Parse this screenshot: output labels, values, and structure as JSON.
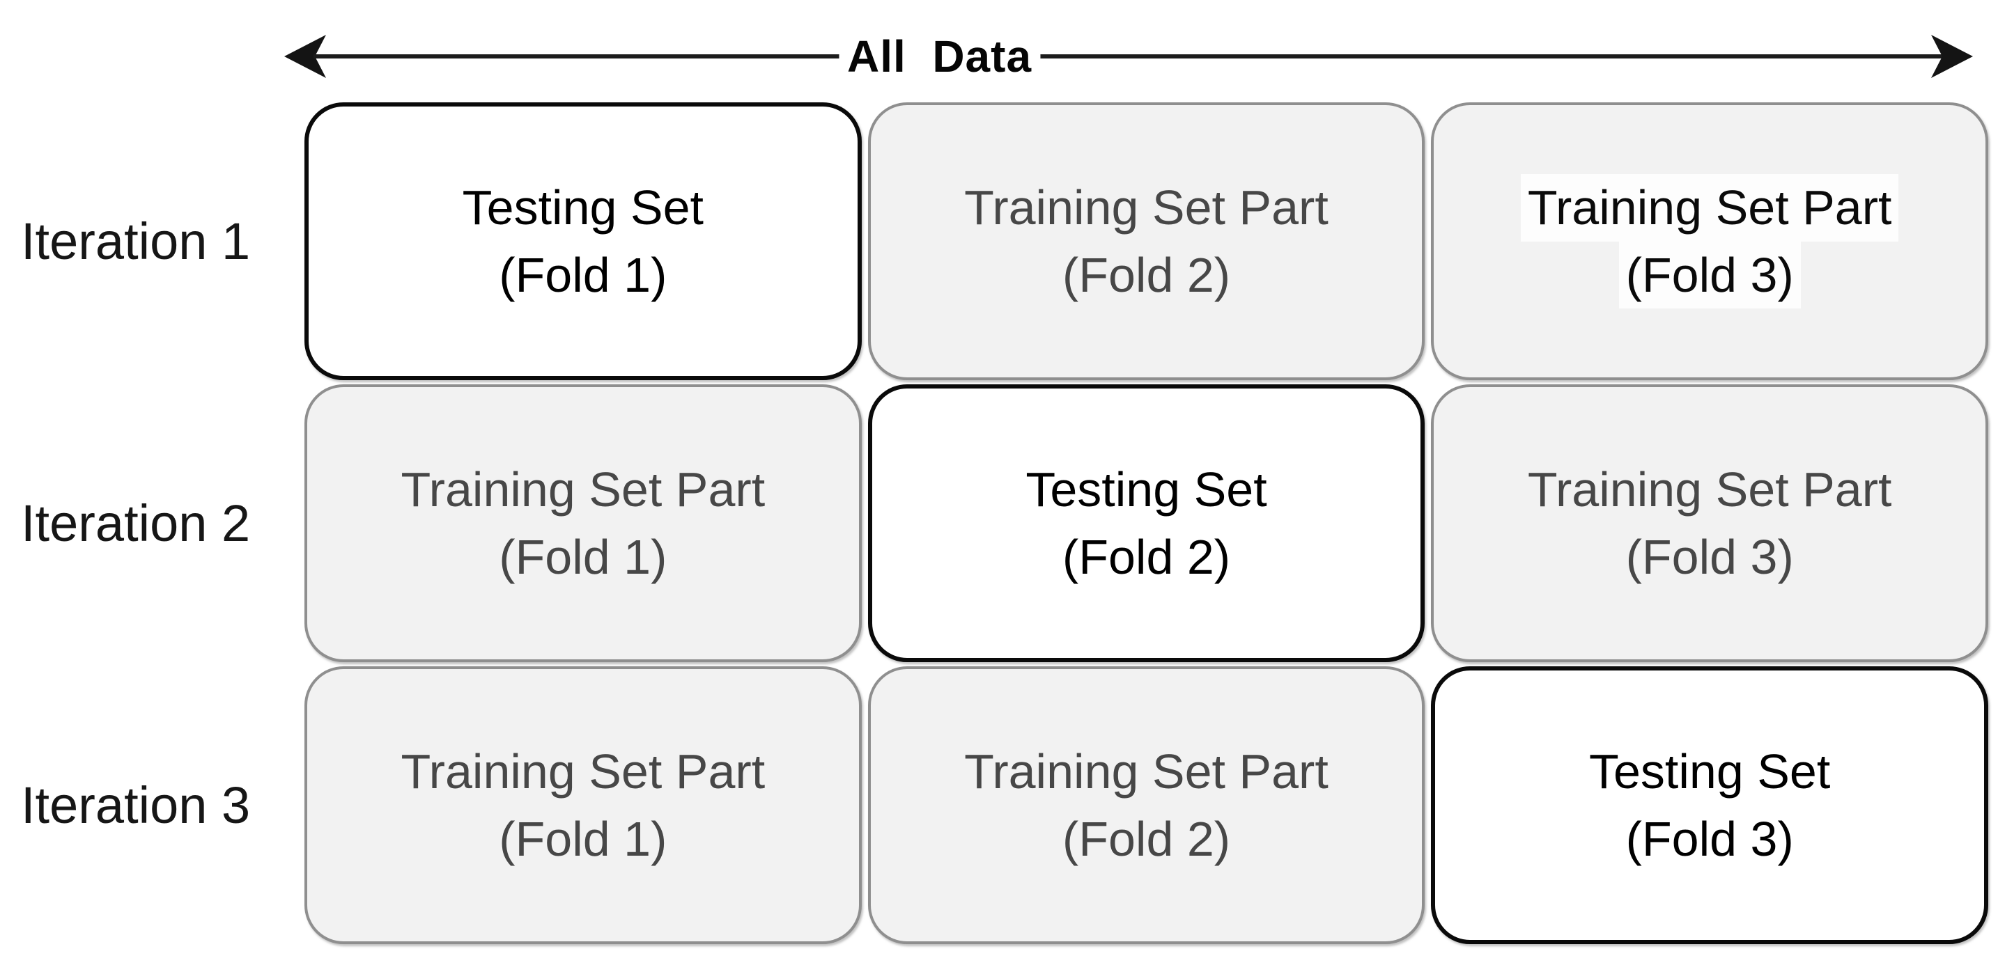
{
  "header": {
    "label": "All  Data"
  },
  "rows": [
    {
      "label": "Iteration 1",
      "cells": [
        {
          "line1": "Testing Set",
          "line2": "(Fold 1)",
          "type": "testing",
          "emphasis": false
        },
        {
          "line1": "Training Set Part",
          "line2": "(Fold 2)",
          "type": "training",
          "emphasis": false
        },
        {
          "line1": "Training Set Part",
          "line2": "(Fold 3)",
          "type": "training",
          "emphasis": true
        }
      ]
    },
    {
      "label": "Iteration 2",
      "cells": [
        {
          "line1": "Training Set Part",
          "line2": "(Fold 1)",
          "type": "training",
          "emphasis": false
        },
        {
          "line1": "Testing Set",
          "line2": "(Fold 2)",
          "type": "testing",
          "emphasis": false
        },
        {
          "line1": "Training Set Part",
          "line2": "(Fold 3)",
          "type": "training",
          "emphasis": false
        }
      ]
    },
    {
      "label": "Iteration 3",
      "cells": [
        {
          "line1": "Training Set Part",
          "line2": "(Fold 1)",
          "type": "training",
          "emphasis": false
        },
        {
          "line1": "Training Set Part",
          "line2": "(Fold 2)",
          "type": "training",
          "emphasis": false
        },
        {
          "line1": "Testing Set",
          "line2": "(Fold 3)",
          "type": "testing",
          "emphasis": false
        }
      ]
    }
  ],
  "colors": {
    "background": "#ffffff",
    "arrow": "#1c1c1c",
    "training_fill": "#f2f2f2",
    "training_border": "#8f8f8f",
    "training_text": "#474747",
    "testing_fill": "#ffffff",
    "testing_border": "#0a0a0a",
    "testing_text": "#000000"
  }
}
